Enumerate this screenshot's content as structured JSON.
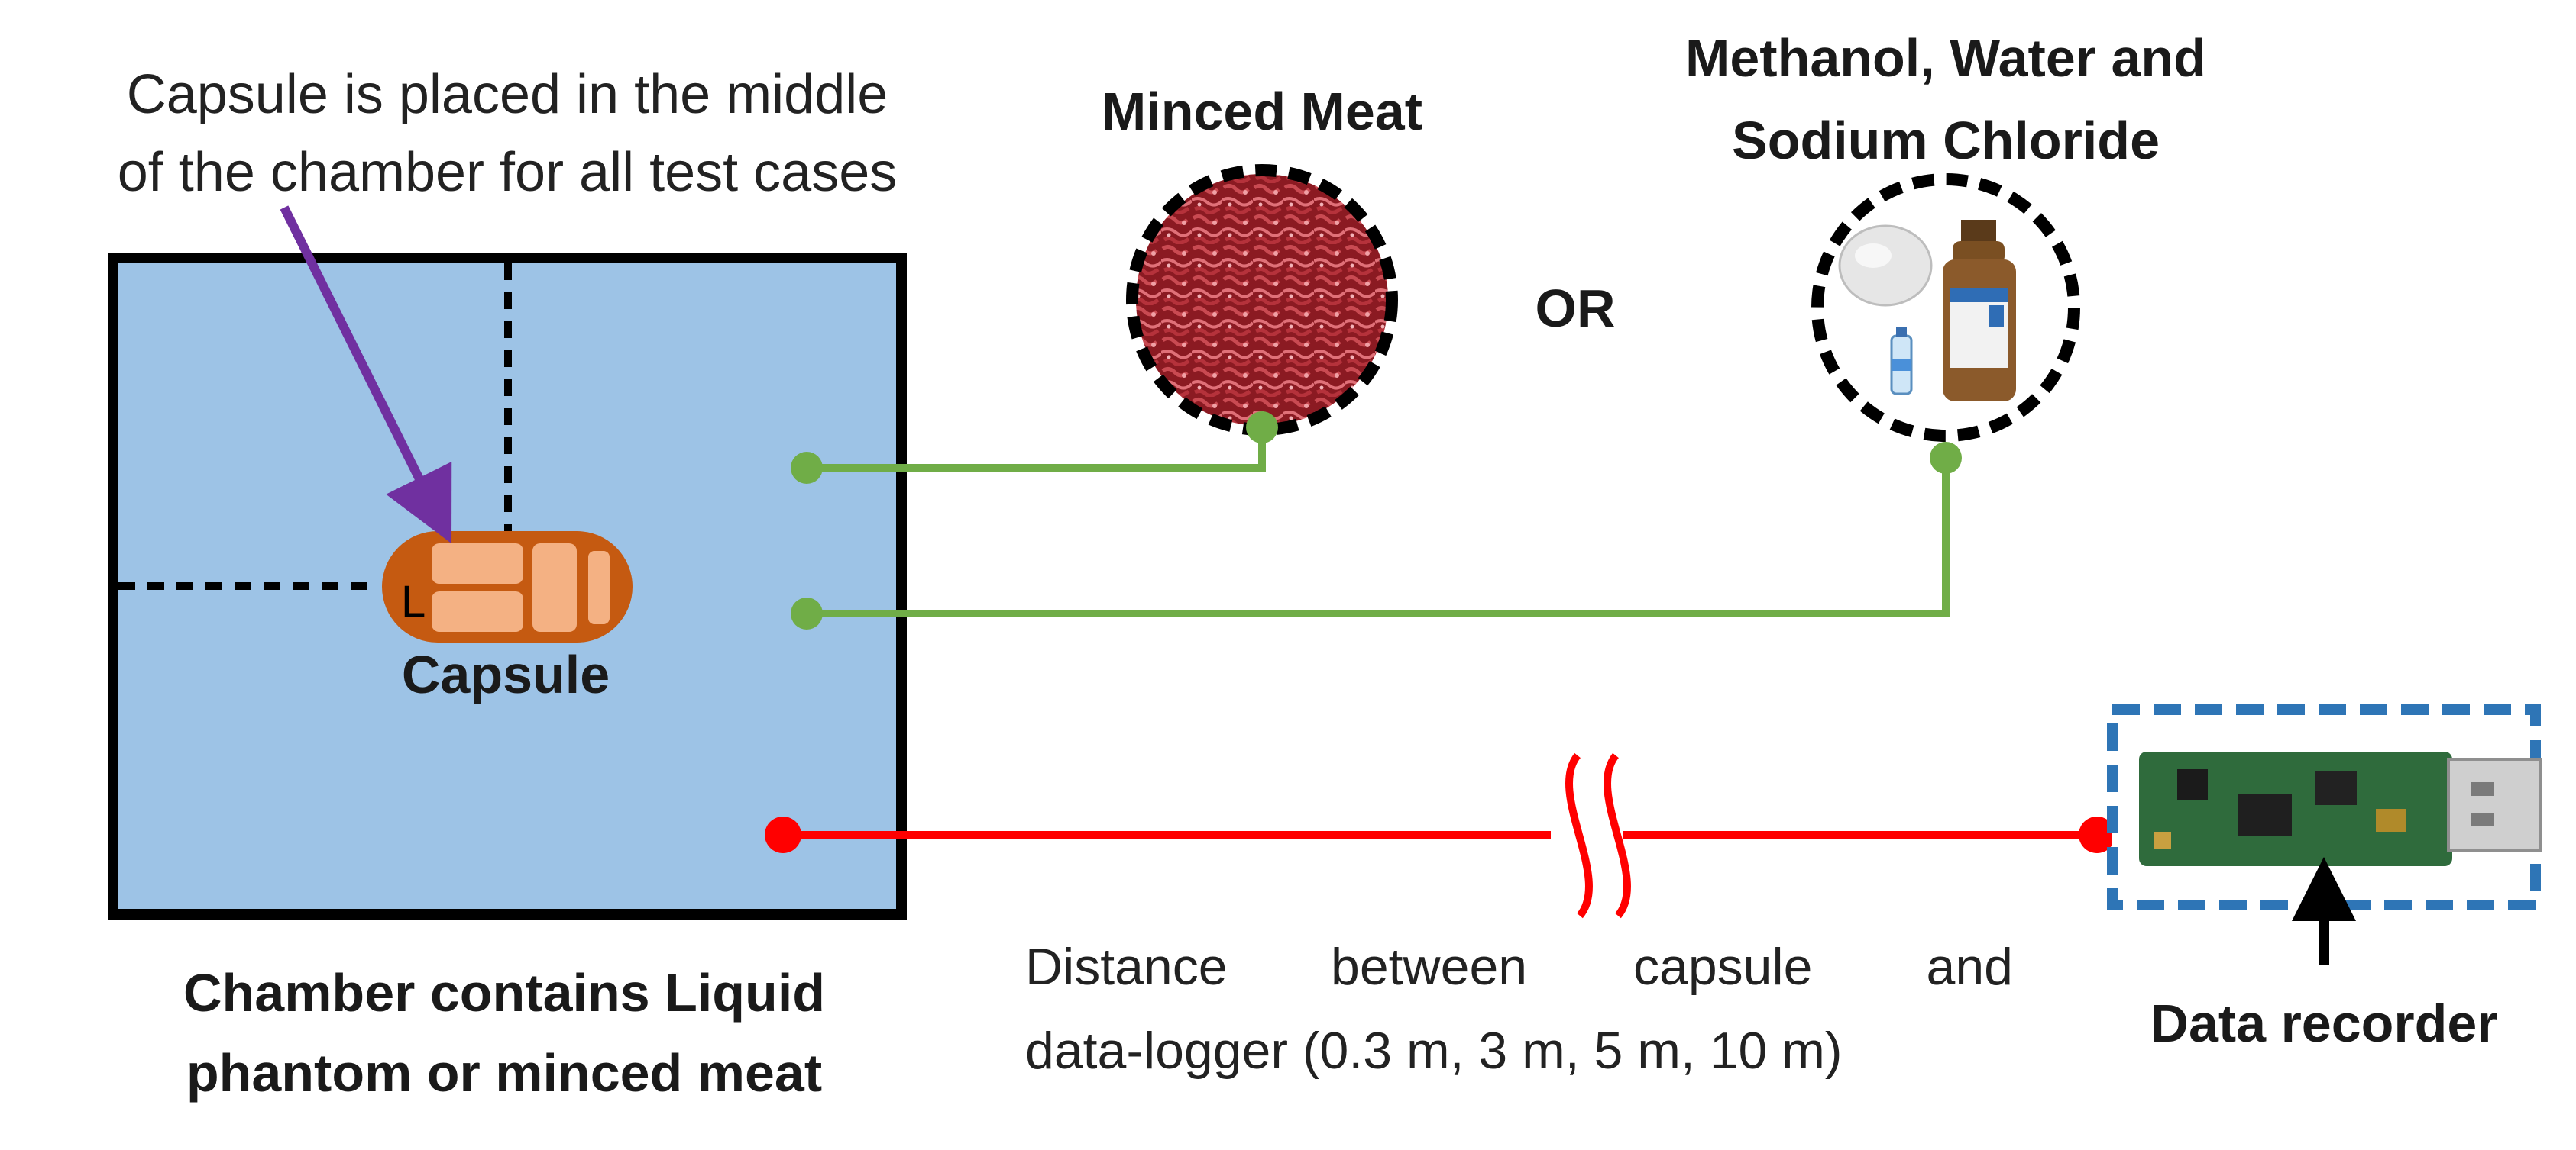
{
  "annotation": {
    "line1": "Capsule is placed in the middle",
    "line2": "of the chamber for all test cases"
  },
  "minced_meat_label": "Minced Meat",
  "or_label": "OR",
  "phantom_label": {
    "line1": "Methanol, Water and",
    "line2": "Sodium Chloride"
  },
  "capsule_label": "Capsule",
  "capsule_dimension_letter": "L",
  "chamber_label": {
    "line1": "Chamber contains Liquid",
    "line2": "phantom or minced meat"
  },
  "distance_label": {
    "line1_words": [
      "Distance",
      "between",
      "capsule",
      "and"
    ],
    "line2": "data-logger (0.3 m, 3 m, 5 m, 10 m)"
  },
  "data_recorder_label": "Data recorder",
  "colors": {
    "chamber_fill": "#9dc3e6",
    "green_line": "#70ad47",
    "red_line": "#ff0000",
    "arrow_purple": "#7030a0",
    "capsule_body": "#c55a11",
    "capsule_cells": "#f4b183",
    "recorder_border": "#2e75b6"
  }
}
